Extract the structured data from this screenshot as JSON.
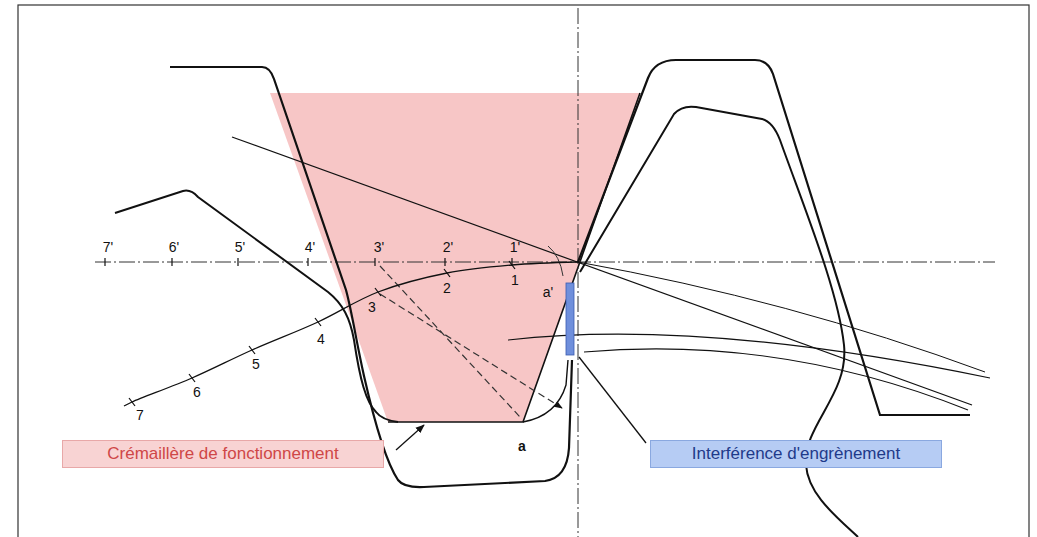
{
  "diagram": {
    "nodes": [
      {
        "text": [
          "Crémaillère de fonctionnement"
        ]
      },
      {
        "text": [
          "Interférence d'engrènement"
        ]
      }
    ],
    "labels": [
      "7'",
      "6'",
      "5'",
      "4'",
      "3'",
      "2'",
      "1'",
      "a'",
      "3",
      "2",
      "1",
      "4",
      "5",
      "6",
      "7",
      "a"
    ]
  }
}
